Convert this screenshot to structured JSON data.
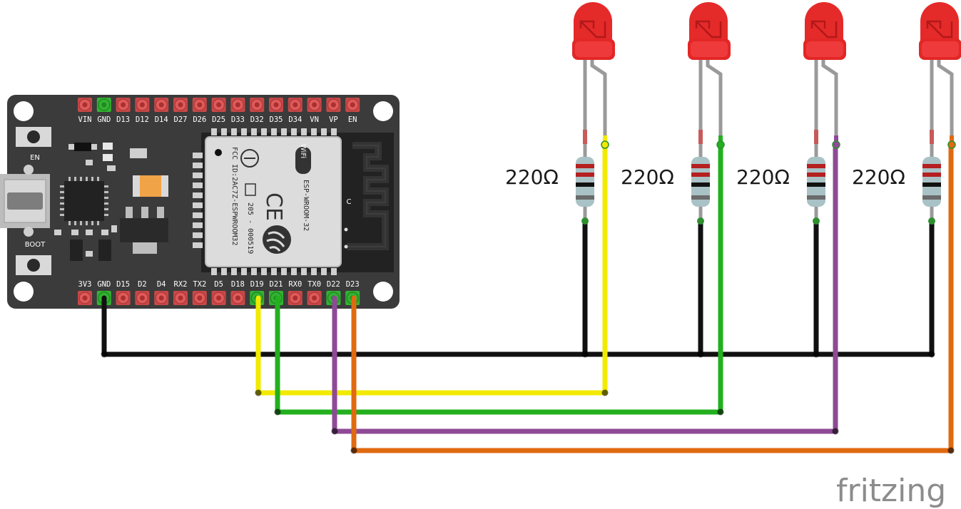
{
  "board": {
    "top_pins": [
      "VIN",
      "GND",
      "D13",
      "D12",
      "D14",
      "D27",
      "D26",
      "D25",
      "D33",
      "D32",
      "D35",
      "D34",
      "VN",
      "VP",
      "EN"
    ],
    "bottom_pins": [
      "3V3",
      "GND",
      "D15",
      "D2",
      "D4",
      "RX2",
      "TX2",
      "D5",
      "D18",
      "D19",
      "D21",
      "RX0",
      "TX0",
      "D22",
      "D23"
    ],
    "button_en": "EN",
    "button_boot": "BOOT",
    "module_model": "ESP-WROOM-32",
    "module_fcc": "FCC ID:2AC7Z-ESPWROOM32",
    "module_code": "205 - 000519",
    "wifi_text": "WiFi",
    "ce_text": "CE",
    "antenna_mark": "C",
    "colors": {
      "board": "#3a3a3a",
      "pin_red": "#e05a5a",
      "pin_green": "#34b233"
    }
  },
  "circuit": {
    "resistors": [
      {
        "label": "220Ω"
      },
      {
        "label": "220Ω"
      },
      {
        "label": "220Ω"
      },
      {
        "label": "220Ω"
      }
    ],
    "leds": [
      {
        "color": "#e52a2a"
      },
      {
        "color": "#e52a2a"
      },
      {
        "color": "#e52a2a"
      },
      {
        "color": "#e52a2a"
      }
    ],
    "wire_colors": {
      "ground": "#111111",
      "yellow": "#f2ea00",
      "green": "#22b01f",
      "purple": "#8e4a96",
      "orange": "#e06a10"
    }
  },
  "watermark": {
    "text": "fritzing"
  }
}
